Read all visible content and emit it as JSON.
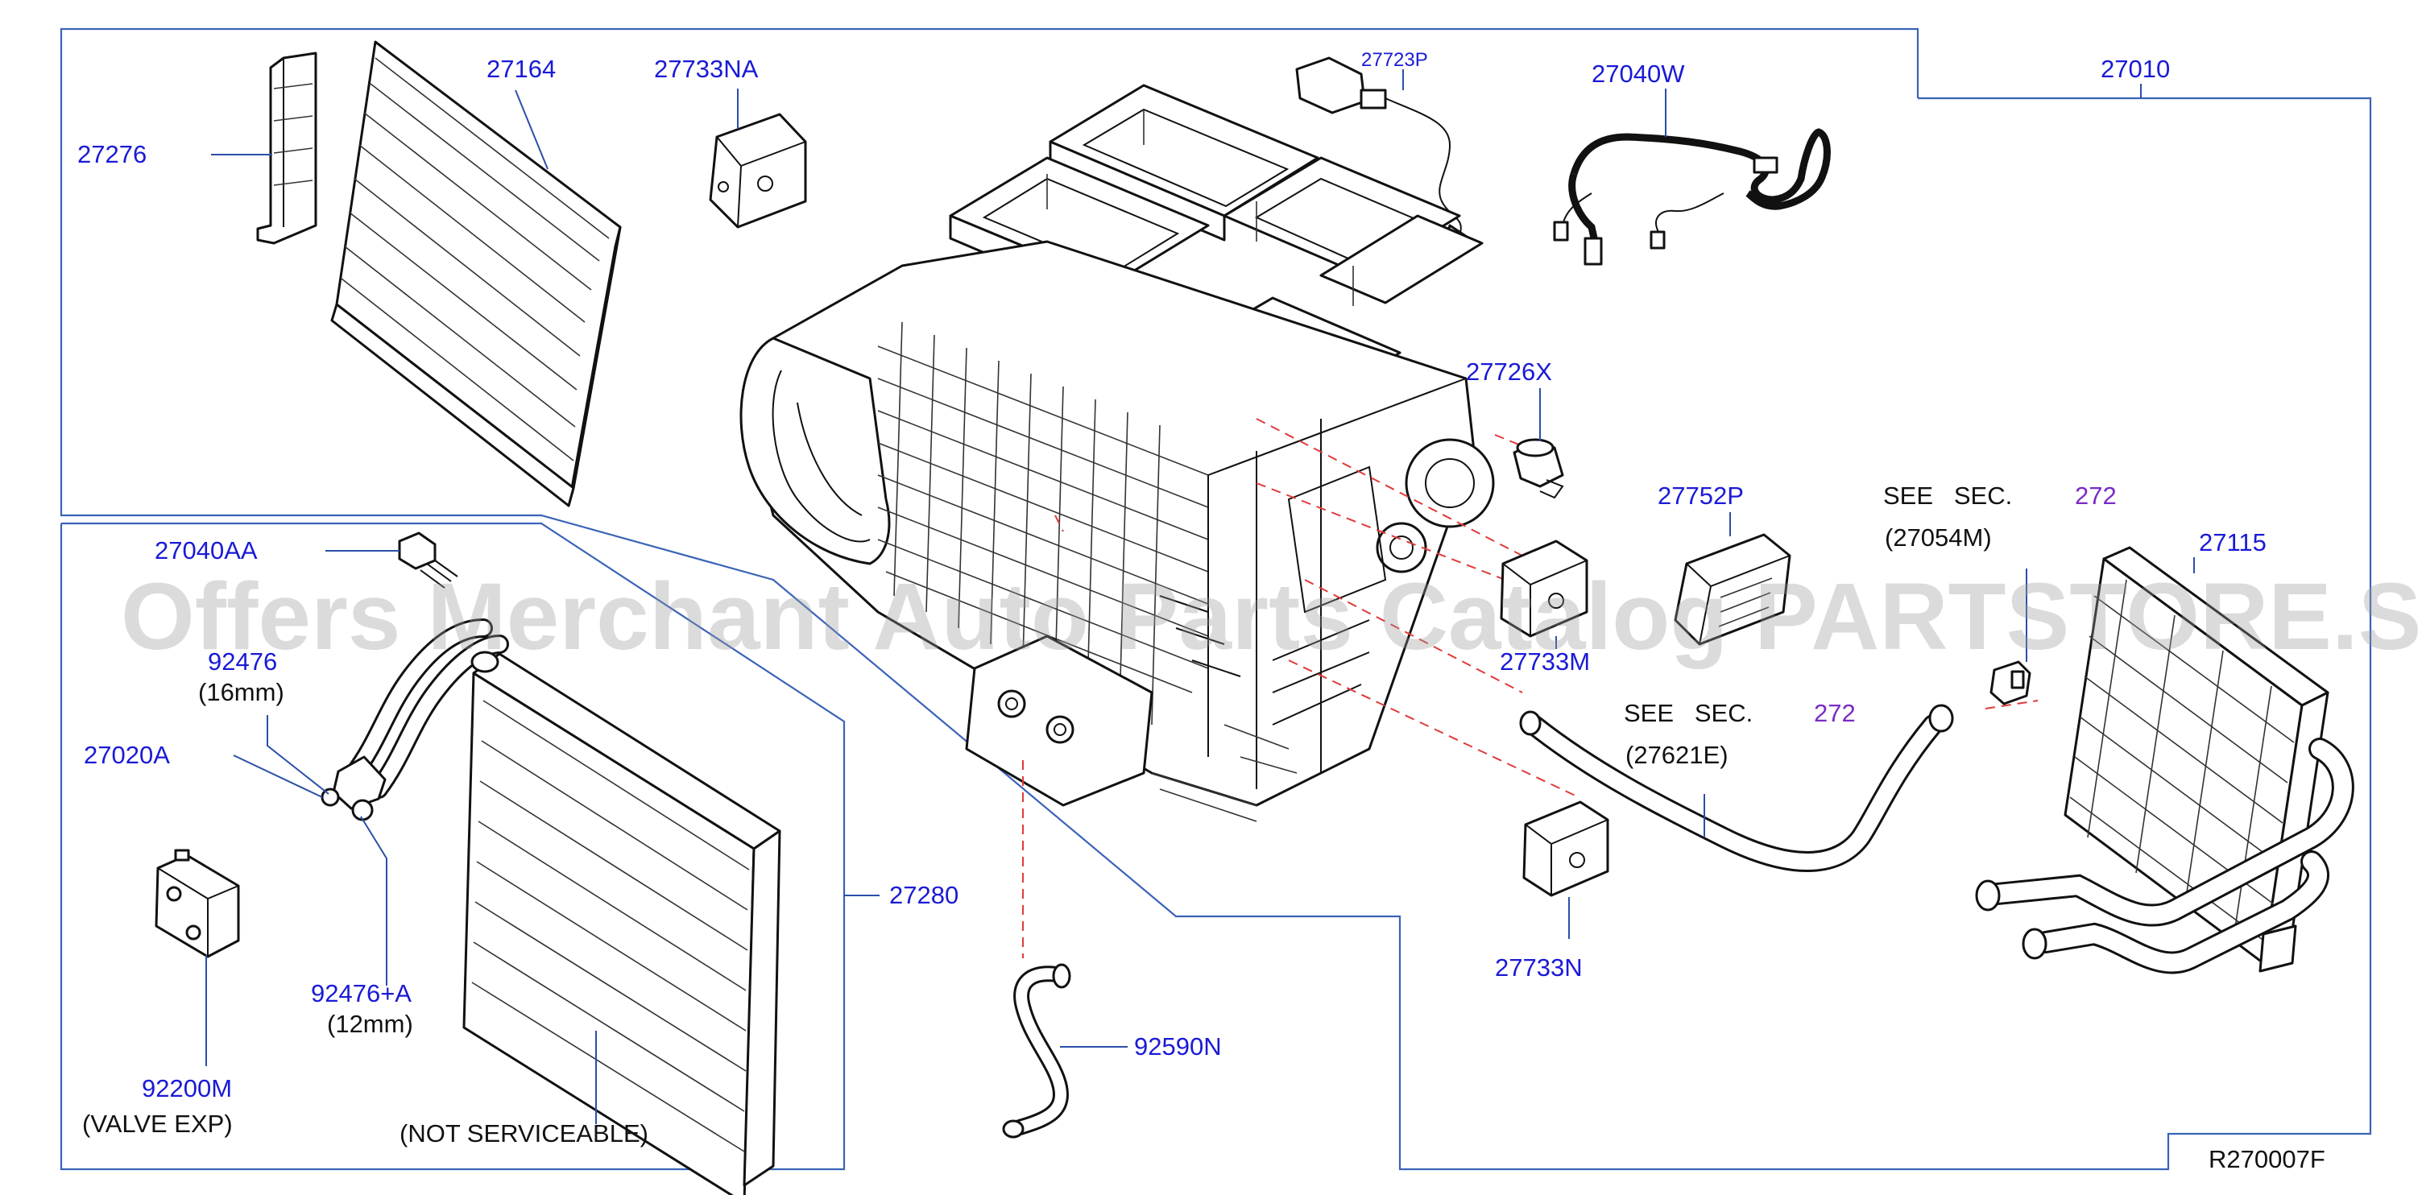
{
  "colors": {
    "label": "#1a1ad6",
    "section_ref": "#7a2bc4",
    "frame": "#3a63b8",
    "leader": "#2b4fa8",
    "dashed_guide": "#e03a3a",
    "watermark": "#9a9a9a"
  },
  "watermark": "Offers Merchant Auto Parts Catalog PARTSTORE.SA",
  "diagram_code": "R270007F",
  "labels": {
    "p27276": "27276",
    "p27164": "27164",
    "p27733NA": "27733NA",
    "p27723P": "27723P",
    "p27040W": "27040W",
    "p27010": "27010",
    "p27726X": "27726X",
    "p27752P": "27752P",
    "p27733M": "27733M",
    "p27040AA": "27040AA",
    "p92476": "92476",
    "p92476_size": "(16mm)",
    "p27020A": "27020A",
    "p92476A": "92476+A",
    "p92476A_size": "(12mm)",
    "p92200M": "92200M",
    "p92200M_desc": "(VALVE   EXP)",
    "p27280": "27280",
    "p27280_desc": "(NOT   SERVICEABLE)",
    "p92590N": "92590N",
    "p27733N": "27733N",
    "p27115": "27115"
  },
  "see_sections": [
    {
      "prefix": "SEE   SEC.",
      "section": "272",
      "part": "(27054M)"
    },
    {
      "prefix": "SEE   SEC.",
      "section": "272",
      "part": "(27621E)"
    }
  ]
}
